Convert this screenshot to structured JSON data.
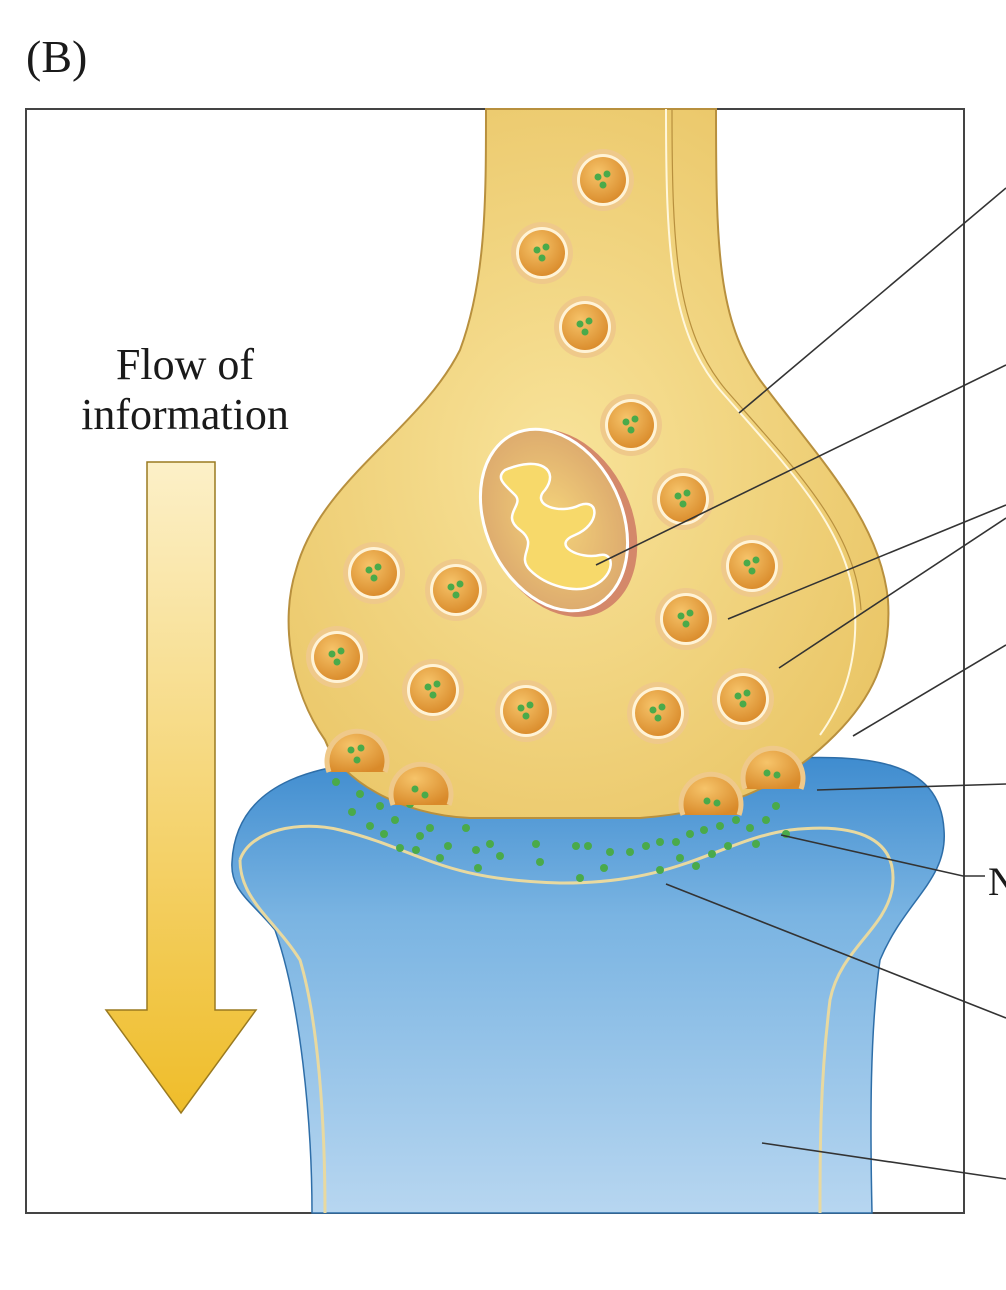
{
  "panel": {
    "label": "(B)"
  },
  "flow": {
    "line1": "Flow of",
    "line2": "information"
  },
  "cut_label": {
    "text": "N"
  },
  "colors": {
    "axon": "#f2d27a",
    "axon_edge": "#c9a24a",
    "dendrite": "#7fb6e0",
    "vesicle": "#e0a040",
    "neurotransmitter": "#4fb04f",
    "arrow_top": "#fbecc0",
    "arrow_bottom": "#f0c030"
  }
}
